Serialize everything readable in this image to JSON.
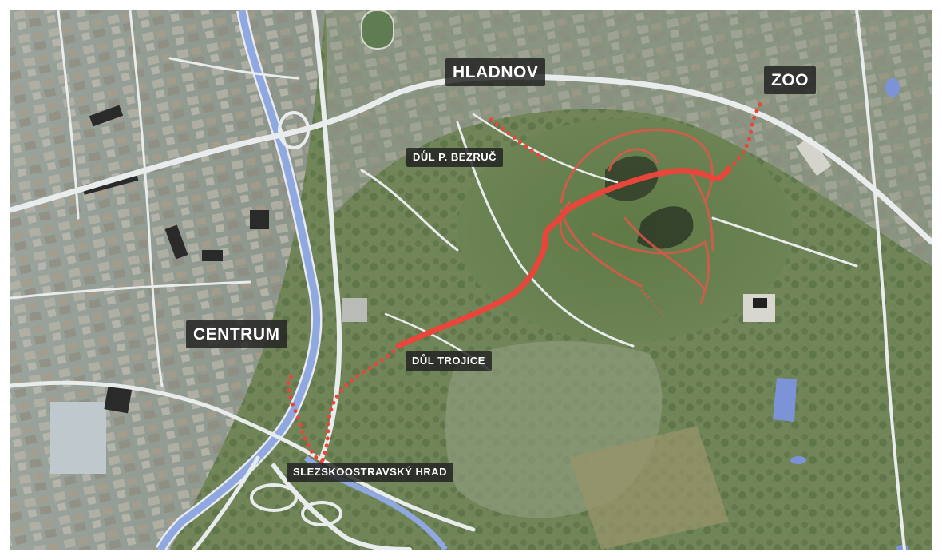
{
  "map": {
    "labels": {
      "hladnov": "HLADNOV",
      "zoo": "ZOO",
      "dul_bezruc": "DŮL P. BEZRUČ",
      "centrum": "CENTRUM",
      "dul_trojice": "DŮL TROJICE",
      "hrad": "SLEZSKOOSTRAVSKÝ HRAD"
    },
    "colors": {
      "route_main": "#e8463a",
      "route_secondary": "#e3564b",
      "river": "#8fa8e0",
      "roads": "#e9ecec",
      "label_bg": "#202020"
    }
  }
}
